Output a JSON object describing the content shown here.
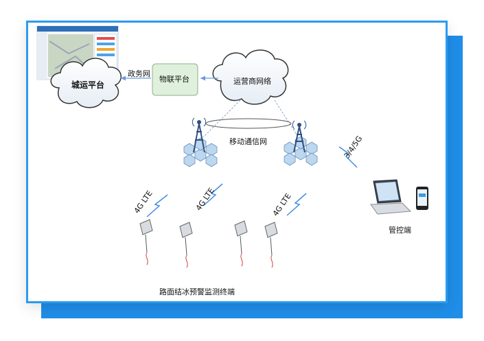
{
  "labels": {
    "city_platform": "城运平台",
    "iot_platform": "物联平台",
    "operator_network": "运营商网络",
    "gov_network": "政务网",
    "mobile_network": "移动通信网",
    "band_3_4_5g": "3/4/5G",
    "lte_1": "4G LTE",
    "lte_2": "4G LTE",
    "lte_3": "4G LTE",
    "control_end": "管控端",
    "terminals": "路面结冰预警监测终端"
  },
  "colors": {
    "panel_border": "#2a9bf0",
    "panel_shadow": "#1f8ee8",
    "arrow": "#6a9bd6",
    "iot_box_fill": "#dff1dd",
    "hex_fill": "#bcd7f0",
    "tower": "#2f4f7f"
  }
}
